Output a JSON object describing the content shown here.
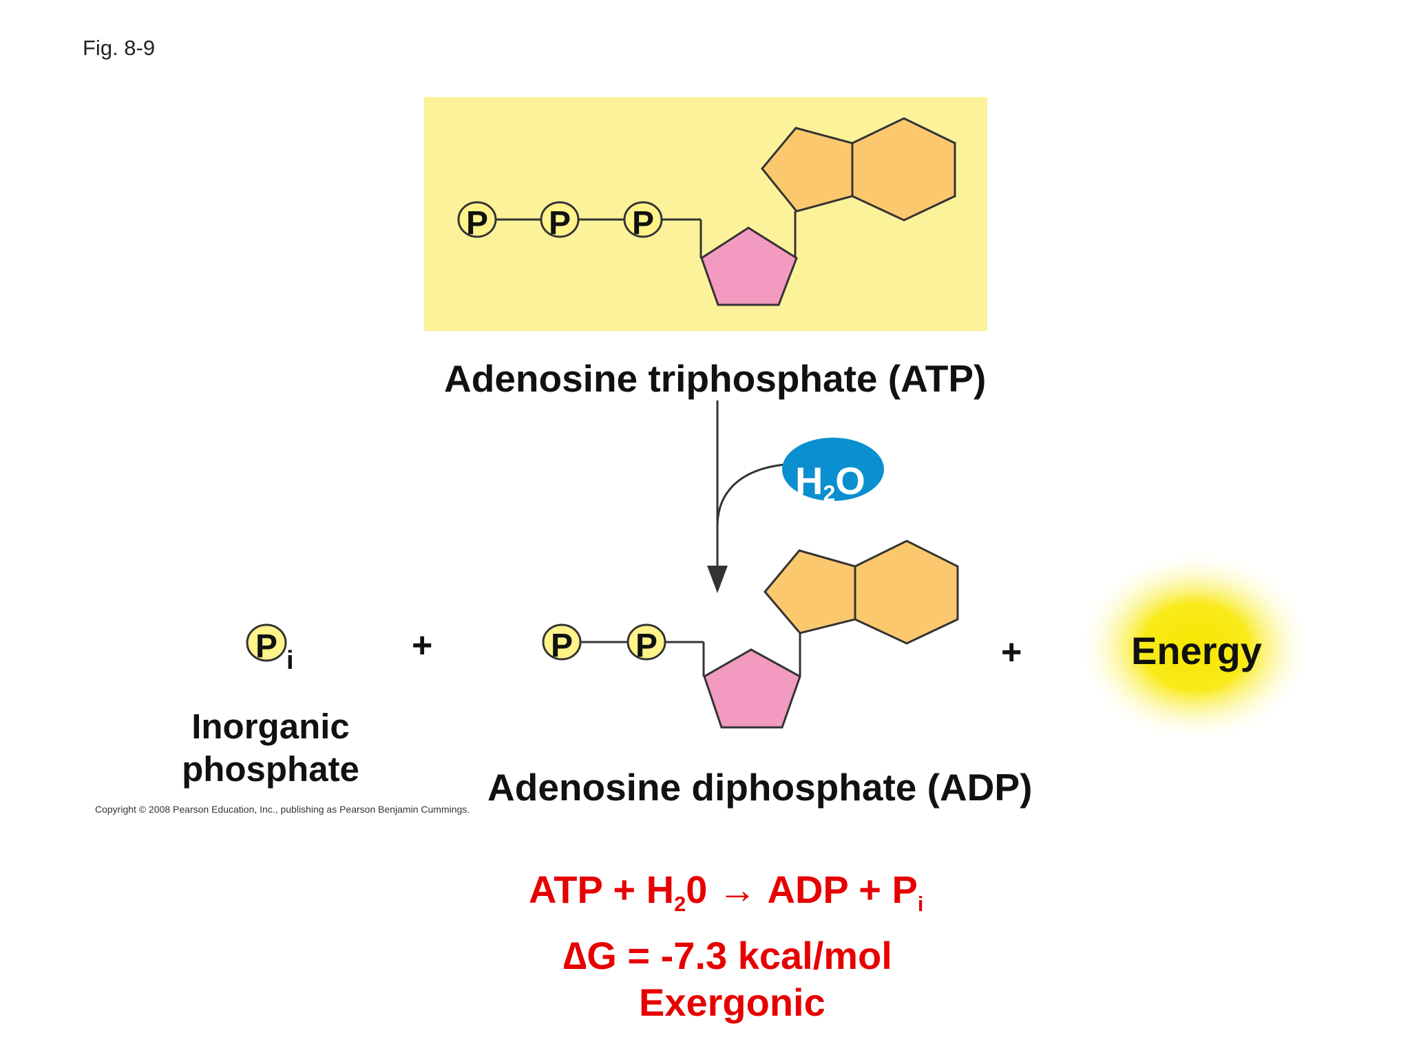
{
  "figure_label": "Fig. 8-9",
  "atp": {
    "caption": "Adenosine triphosphate (ATP)",
    "phosphates": [
      "P",
      "P",
      "P"
    ],
    "box_color": "#fcf29a"
  },
  "water": {
    "label": "H",
    "subscript": "2",
    "label_end": "O",
    "color": "#0a8fd0"
  },
  "products": {
    "pi_letter": "P",
    "pi_subscript": "i",
    "pi_caption_line1": "Inorganic",
    "pi_caption_line2": "phosphate",
    "plus1": "+",
    "plus2": "+",
    "adp_caption": "Adenosine diphosphate (ADP)",
    "adp_phosphates": [
      "P",
      "P"
    ],
    "energy": "Energy",
    "energy_color": "#f7e600"
  },
  "copyright": "Copyright © 2008 Pearson Education, Inc., publishing as Pearson Benjamin Cummings.",
  "equation": {
    "part1": "ATP + H",
    "sub1": "2",
    "part2": "0",
    "arrow": "→",
    "part3": "ADP + P",
    "sub2": "i",
    "delta": "∆",
    "dg": "G = -7.3 kcal/mol",
    "type": "Exergonic",
    "color": "#e60000"
  },
  "colors": {
    "phosphate_fill": "#fff38a",
    "ribose_fill": "#f29ac0",
    "adenine_fill": "#fcc86e",
    "outline": "#333333"
  }
}
